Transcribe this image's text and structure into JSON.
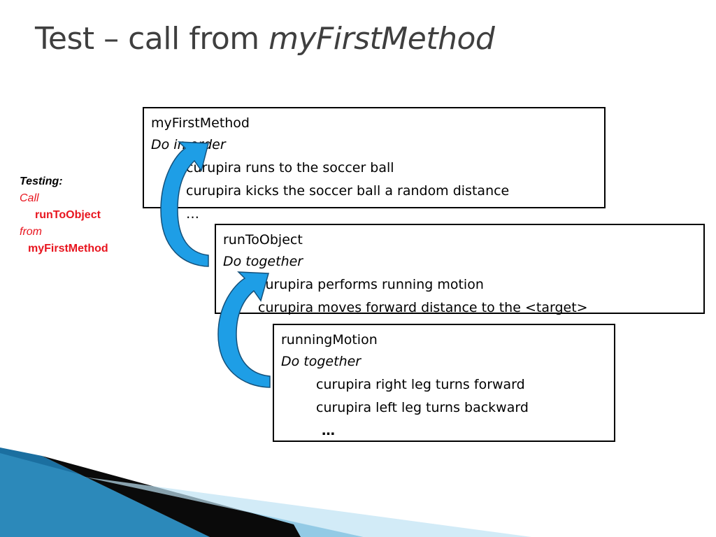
{
  "title": {
    "prefix": "Test – call from ",
    "emphasis": "myFirstMethod"
  },
  "sidebar": {
    "heading": "Testing:",
    "call_label": "Call",
    "callee": "runToObject",
    "from_label": "from",
    "caller": "myFirstMethod"
  },
  "methods": [
    {
      "name": "myFirstMethod",
      "control": "Do in order",
      "statements": [
        "curupira runs to the soccer ball",
        "curupira kicks the soccer ball a random distance",
        "…"
      ]
    },
    {
      "name": "runToObject",
      "control": "Do together",
      "statements": [
        "curupira performs running motion",
        "curupira moves forward distance to the <target>"
      ]
    },
    {
      "name": "runningMotion",
      "control": "Do together",
      "statements": [
        "curupira right leg turns forward",
        "curupira left leg turns backward"
      ],
      "ellipsis": "…"
    }
  ],
  "colors": {
    "title": "#3f3f3f",
    "note_accent": "#e8151f",
    "arrow_fill": "#1e9ee6",
    "arrow_outline": "#14507a",
    "corner_dark": "#0a0a0a",
    "corner_blue": "#1b6fa0"
  }
}
